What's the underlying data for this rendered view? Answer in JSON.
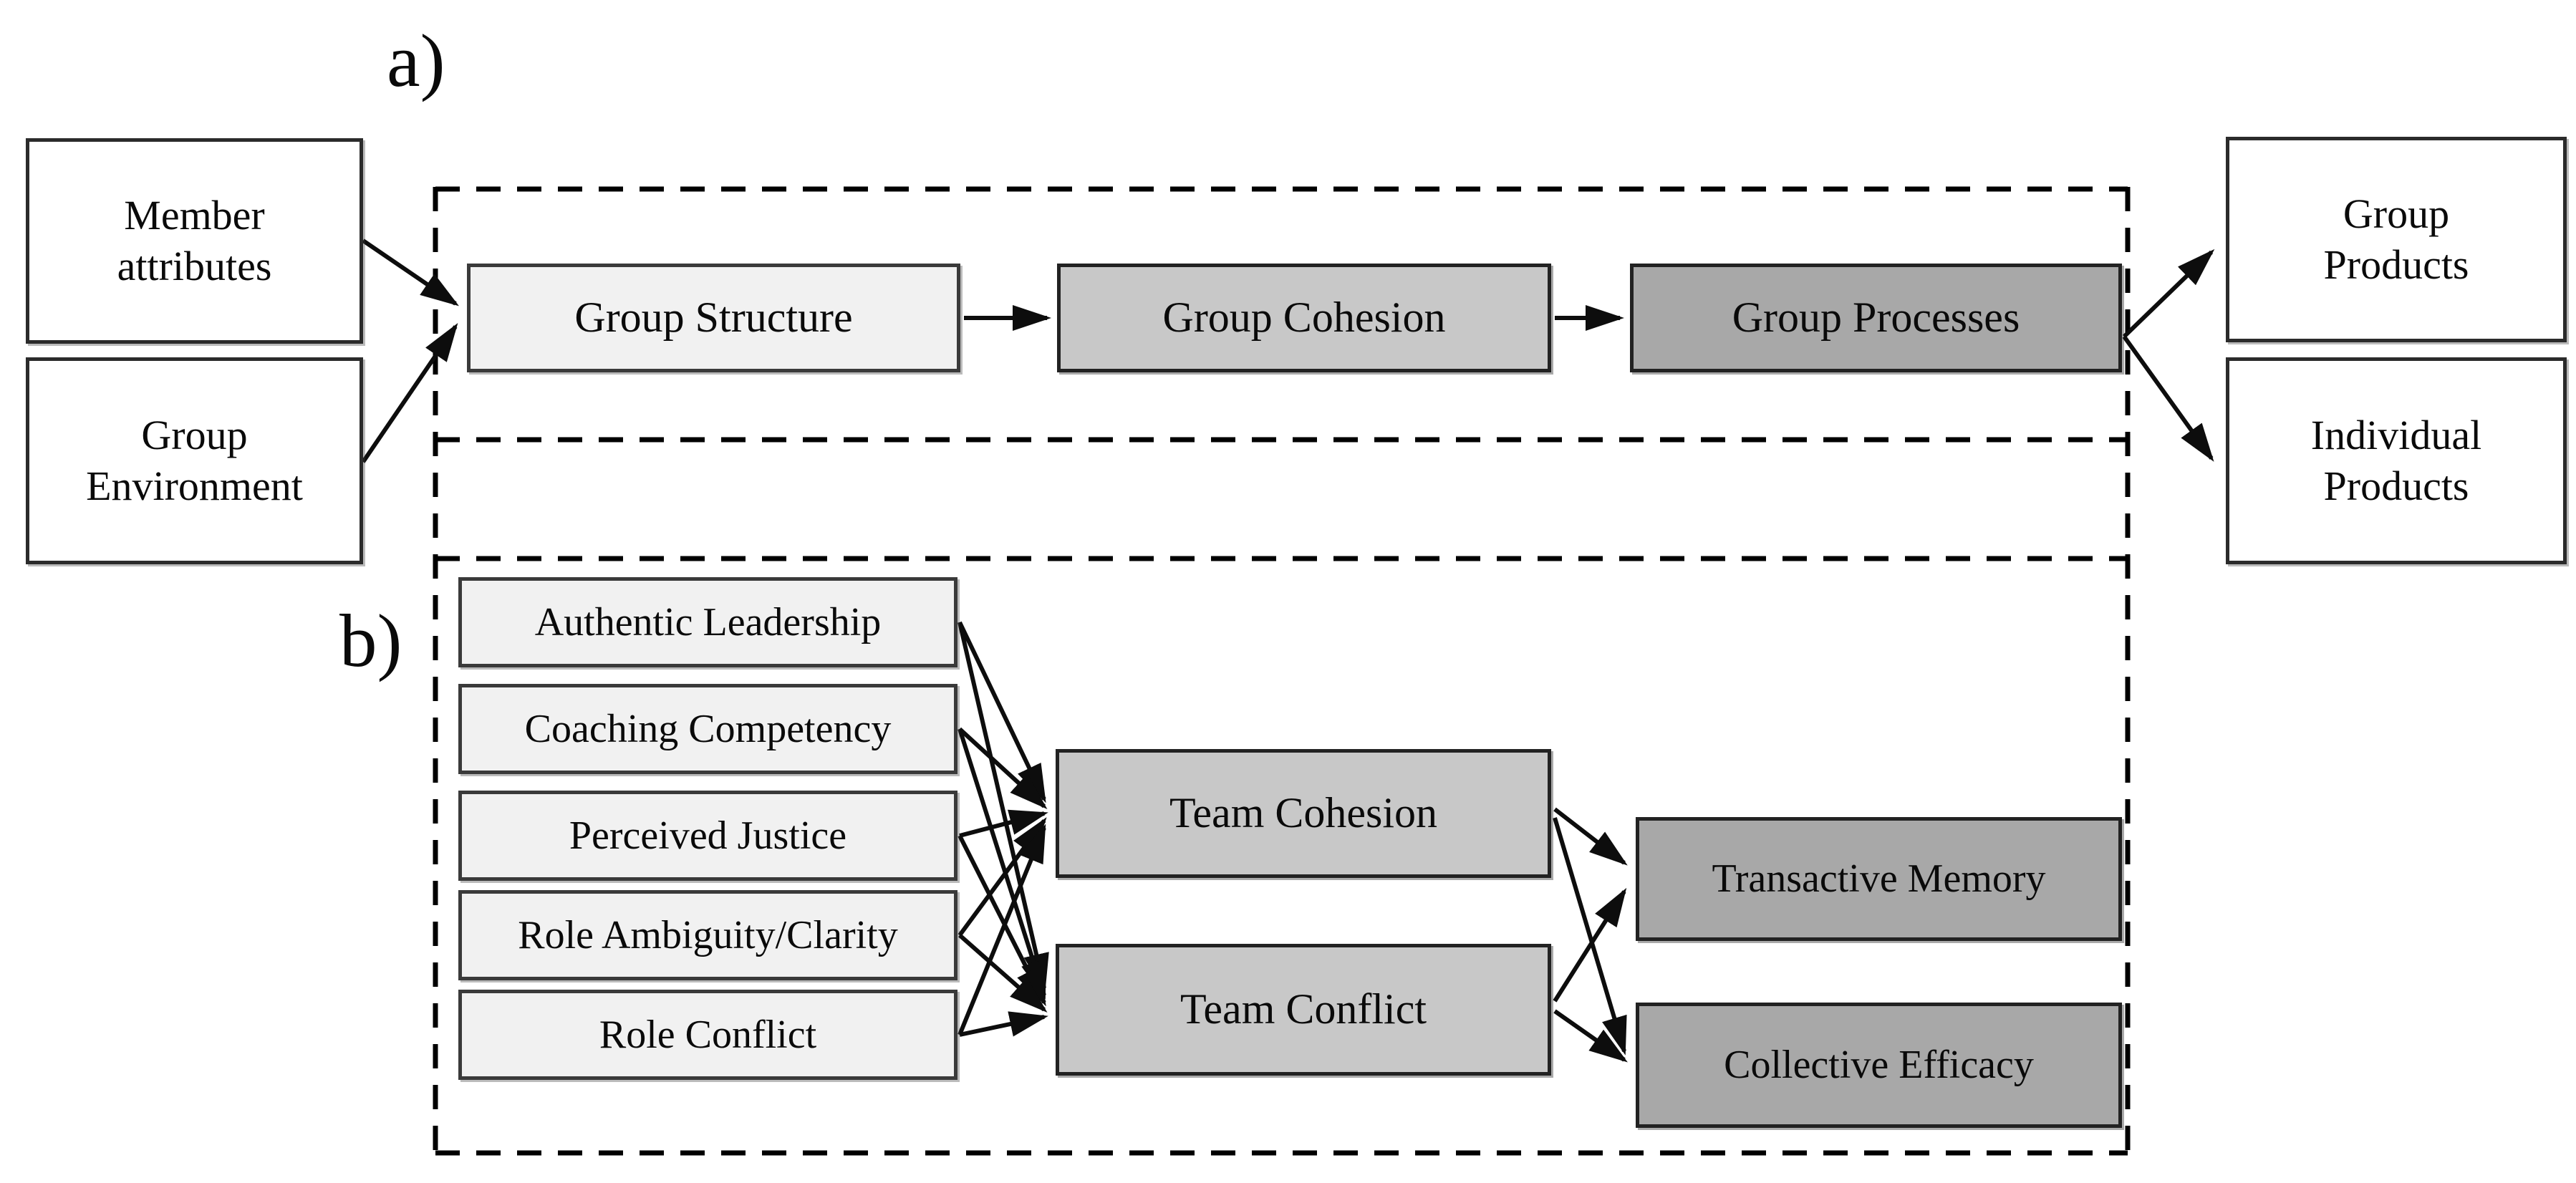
{
  "figure": {
    "type": "diagram",
    "panels": [
      "a",
      "b"
    ]
  },
  "panel_a": {
    "label": "a)",
    "nodes": {
      "member_attributes": {
        "label": "Member\nattributes",
        "style": "white"
      },
      "group_environment": {
        "label": "Group\nEnvironment",
        "style": "white"
      },
      "group_structure": {
        "label": "Group Structure",
        "style": "light"
      },
      "group_cohesion": {
        "label": "Group Cohesion",
        "style": "medium"
      },
      "group_processes": {
        "label": "Group Processes",
        "style": "dark"
      },
      "group_products": {
        "label": "Group\nProducts",
        "style": "white"
      },
      "individual_products": {
        "label": "Individual\nProducts",
        "style": "white"
      }
    },
    "edges": [
      {
        "from": "member_attributes",
        "to": "group_structure"
      },
      {
        "from": "group_environment",
        "to": "group_structure"
      },
      {
        "from": "group_structure",
        "to": "group_cohesion"
      },
      {
        "from": "group_cohesion",
        "to": "group_processes"
      },
      {
        "from": "group_processes",
        "to": "group_products"
      },
      {
        "from": "group_processes",
        "to": "individual_products"
      }
    ]
  },
  "panel_b": {
    "label": "b)",
    "antecedents": [
      {
        "label": "Authentic Leadership"
      },
      {
        "label": "Coaching Competency"
      },
      {
        "label": "Perceived Justice"
      },
      {
        "label": "Role Ambiguity/Clarity"
      },
      {
        "label": "Role Conflict"
      }
    ],
    "mediators": [
      {
        "label": "Team Cohesion"
      },
      {
        "label": "Team Conflict"
      }
    ],
    "outcomes": [
      {
        "label": "Transactive Memory"
      },
      {
        "label": "Collective Efficacy"
      }
    ],
    "edges": [
      {
        "from": "Authentic Leadership",
        "to": "Team Cohesion"
      },
      {
        "from": "Authentic Leadership",
        "to": "Team Conflict"
      },
      {
        "from": "Coaching Competency",
        "to": "Team Cohesion"
      },
      {
        "from": "Coaching Competency",
        "to": "Team Conflict"
      },
      {
        "from": "Perceived Justice",
        "to": "Team Cohesion"
      },
      {
        "from": "Perceived Justice",
        "to": "Team Conflict"
      },
      {
        "from": "Role Ambiguity/Clarity",
        "to": "Team Cohesion"
      },
      {
        "from": "Role Ambiguity/Clarity",
        "to": "Team Conflict"
      },
      {
        "from": "Role Conflict",
        "to": "Team Cohesion"
      },
      {
        "from": "Role Conflict",
        "to": "Team Conflict"
      },
      {
        "from": "Team Cohesion",
        "to": "Transactive Memory"
      },
      {
        "from": "Team Cohesion",
        "to": "Collective Efficacy"
      },
      {
        "from": "Team Conflict",
        "to": "Transactive Memory"
      },
      {
        "from": "Team Conflict",
        "to": "Collective Efficacy"
      }
    ]
  },
  "colors": {
    "background": "#ffffff",
    "white_node_fill": "#ffffff",
    "light_node_fill": "#f1f1f1",
    "medium_node_fill": "#c8c8c8",
    "dark_node_fill": "#a8a8a8",
    "node_border": "#2b2b2b",
    "line": "#0d0d0d",
    "text": "#0a0a0a"
  }
}
